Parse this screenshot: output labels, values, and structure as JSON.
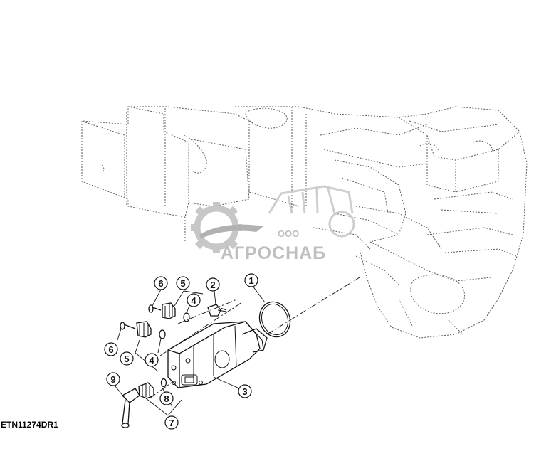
{
  "figure_code": "ETN11274DR1",
  "watermark": {
    "company_type": "ООО",
    "brand": "АГРОСНАБ",
    "gear_color": "#c2c2c2",
    "text_color": "#b9b9b9",
    "gear-icon": "gear-icon",
    "tractor-icon": "tractor-icon"
  },
  "callouts": [
    {
      "label": "1"
    },
    {
      "label": "2"
    },
    {
      "label": "3"
    },
    {
      "label": "4"
    },
    {
      "label": "4"
    },
    {
      "label": "5"
    },
    {
      "label": "5"
    },
    {
      "label": "6"
    },
    {
      "label": "6"
    },
    {
      "label": "7"
    },
    {
      "label": "8"
    },
    {
      "label": "9"
    }
  ]
}
